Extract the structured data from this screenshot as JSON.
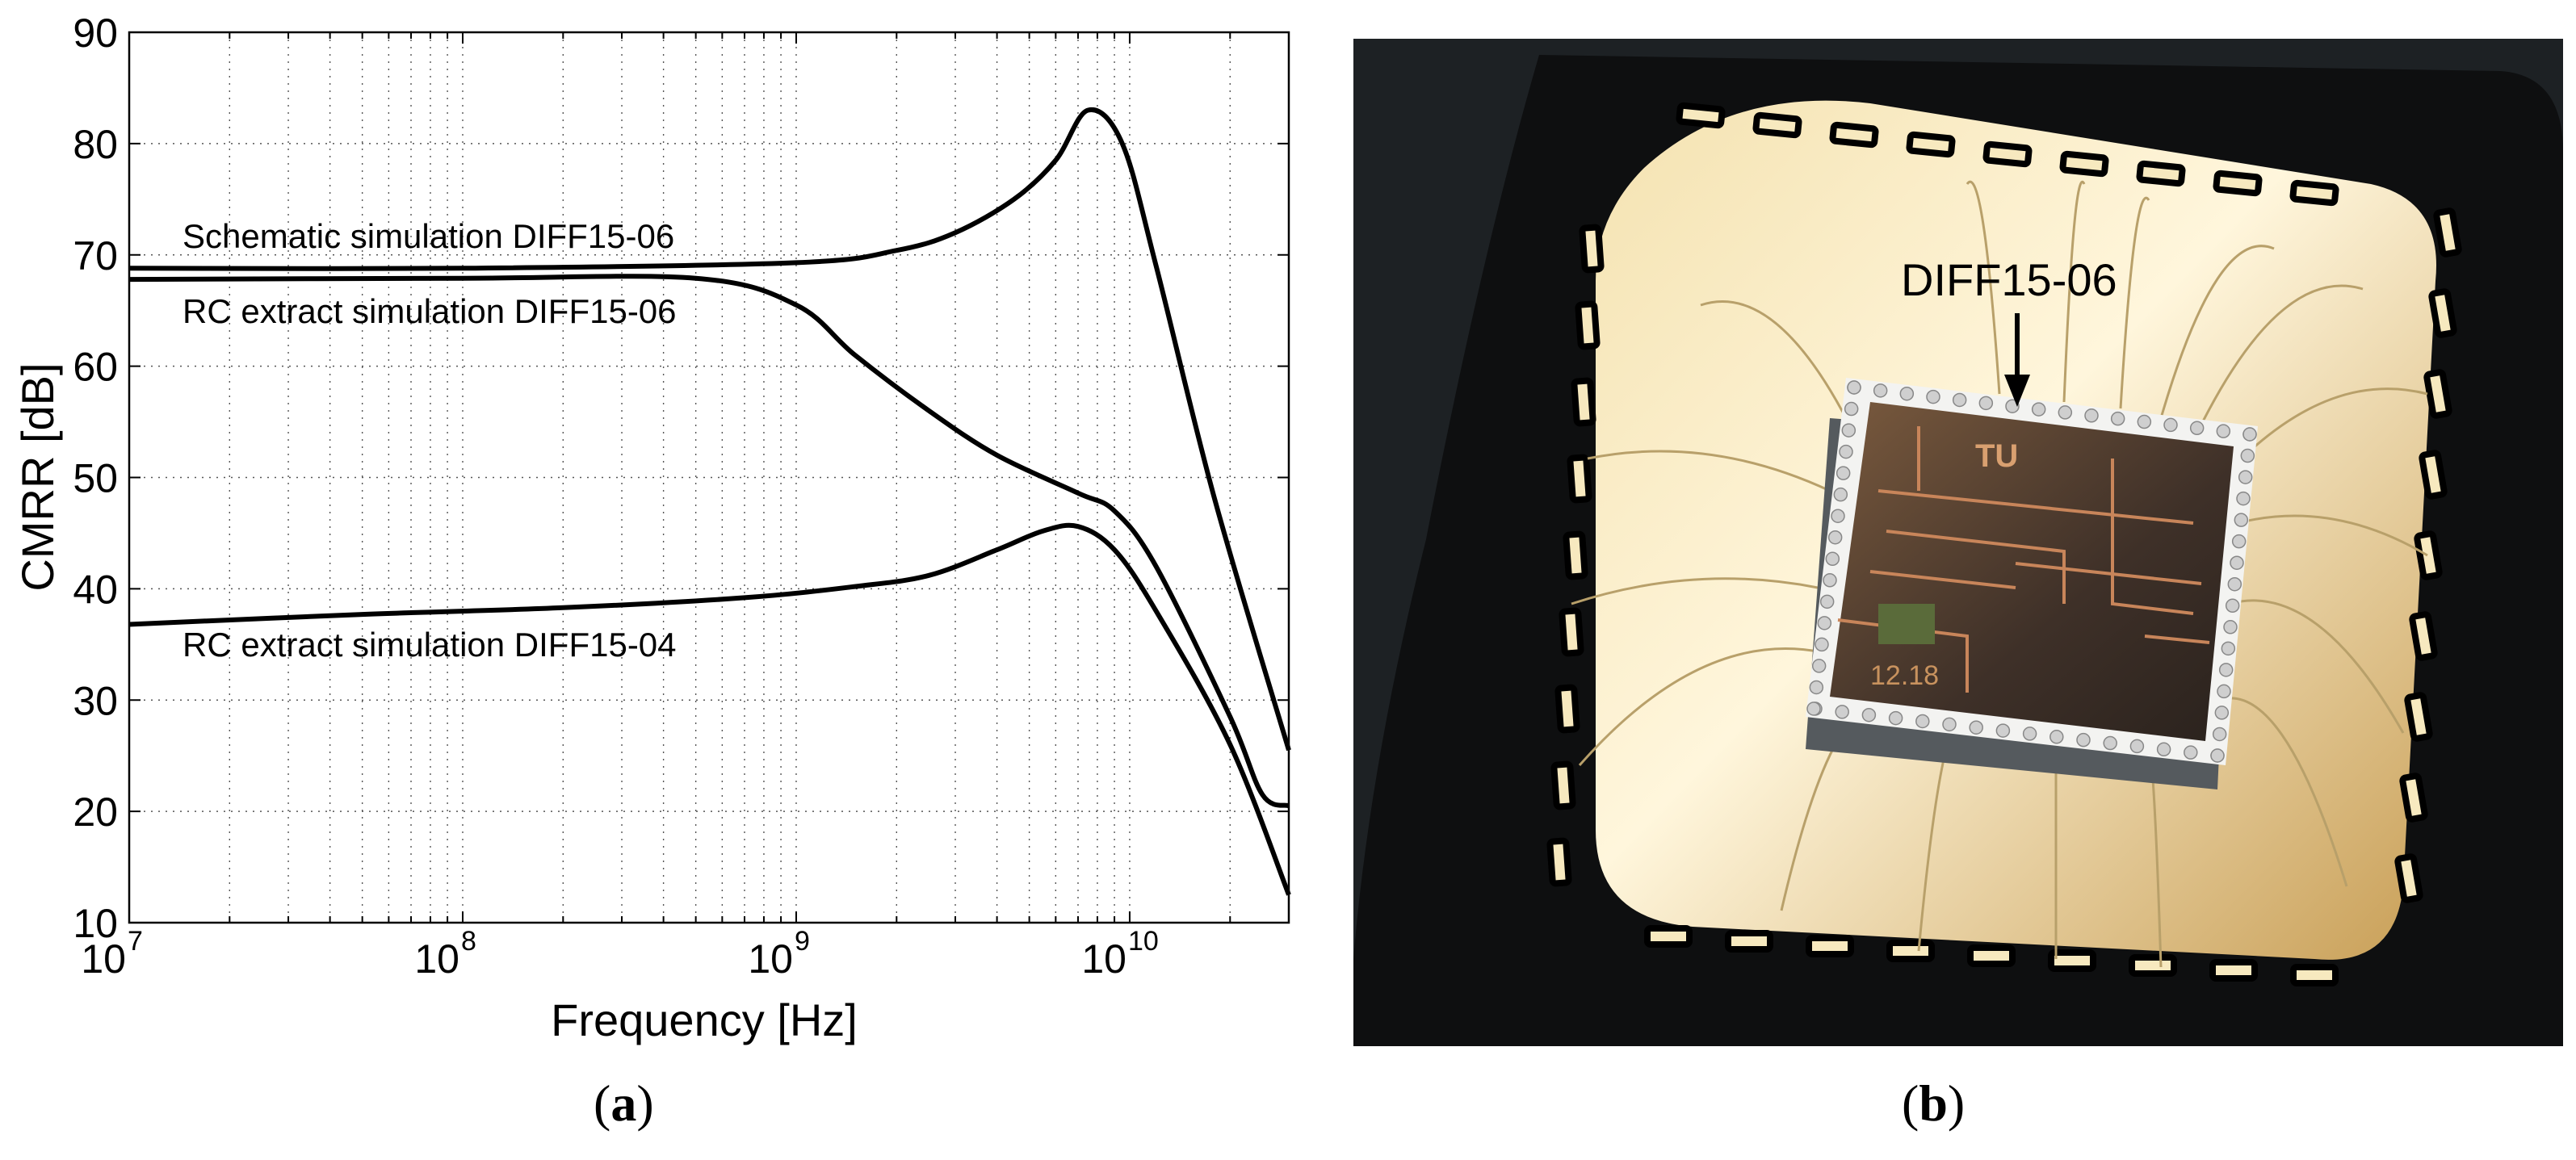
{
  "chart_data": {
    "type": "line",
    "xlabel": "Frequency [Hz]",
    "ylabel": "CMRR [dB]",
    "x_scale": "log",
    "xlim": [
      10000000,
      30000000000
    ],
    "ylim": [
      10,
      90
    ],
    "x_ticks": [
      10000000,
      100000000,
      1000000000,
      10000000000
    ],
    "x_tick_labels": [
      {
        "base": "10",
        "exp": "7"
      },
      {
        "base": "10",
        "exp": "8"
      },
      {
        "base": "10",
        "exp": "9"
      },
      {
        "base": "10",
        "exp": "10"
      }
    ],
    "y_ticks": [
      10,
      20,
      30,
      40,
      50,
      60,
      70,
      80,
      90
    ],
    "grid": true,
    "line_color": "#000000",
    "series": [
      {
        "name": "Schematic simulation DIFF15-06",
        "x": [
          10000000,
          100000000,
          1000000000,
          2000000000,
          3000000000,
          4500000000,
          6000000000,
          7500000000,
          9500000000,
          12000000000,
          18000000000,
          30000000000
        ],
        "y": [
          68.8,
          68.8,
          69.3,
          70.4,
          72.0,
          75.0,
          78.5,
          83.0,
          80.0,
          69.0,
          48.0,
          25.5
        ]
      },
      {
        "name": "RC extract simulation DIFF15-06",
        "x": [
          10000000,
          100000000,
          500000000,
          1000000000,
          1500000000,
          2500000000,
          4000000000,
          7000000000,
          9000000000,
          12000000000,
          20000000000,
          25000000000,
          30000000000
        ],
        "y": [
          67.8,
          67.9,
          67.9,
          65.5,
          61.0,
          56.0,
          52.0,
          48.6,
          47.0,
          42.0,
          28.5,
          21.5,
          20.5
        ]
      },
      {
        "name": "RC extract simulation DIFF15-04",
        "x": [
          10000000,
          50000000,
          200000000,
          700000000,
          1500000000,
          2500000000,
          4000000000,
          5500000000,
          7000000000,
          9000000000,
          12000000000,
          20000000000,
          30000000000
        ],
        "y": [
          36.8,
          37.7,
          38.3,
          39.2,
          40.2,
          41.2,
          43.5,
          45.2,
          45.6,
          43.5,
          38.0,
          26.0,
          12.5
        ]
      }
    ],
    "annotations": [
      {
        "text": "Schematic simulation DIFF15-06",
        "series": 0
      },
      {
        "text": "RC extract simulation DIFF15-06",
        "series": 1
      },
      {
        "text": "RC extract simulation DIFF15-04",
        "series": 2
      }
    ]
  },
  "photo": {
    "label": "DIFF15-06",
    "die_marking": "12.18",
    "logo": "TU"
  },
  "captions": {
    "a": "a",
    "b": "b"
  }
}
